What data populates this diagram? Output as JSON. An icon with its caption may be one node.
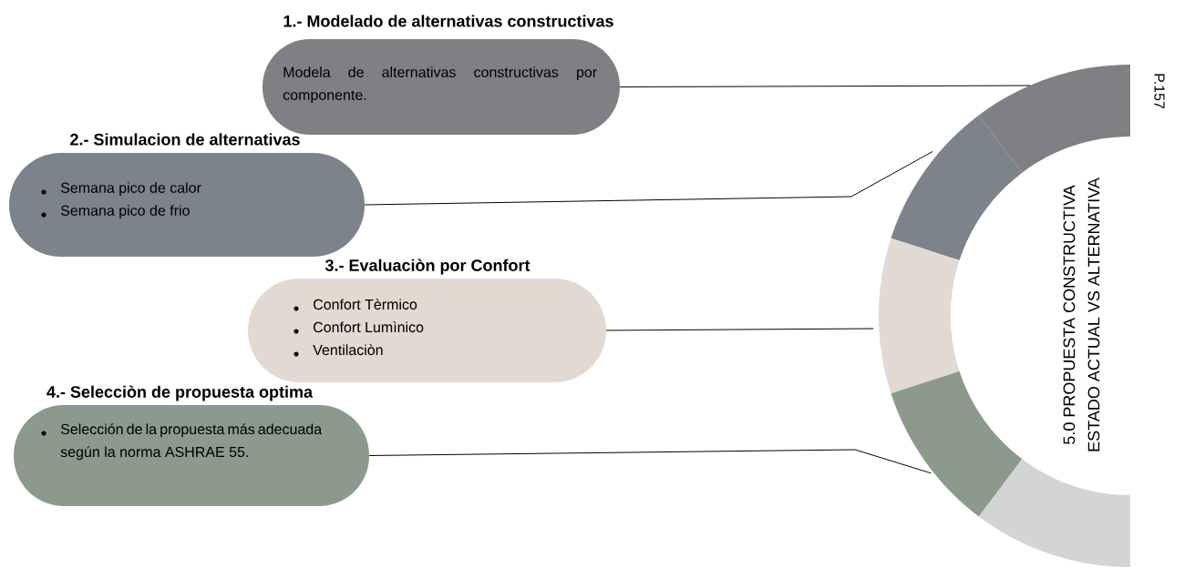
{
  "diagram": {
    "nodes": [
      {
        "text": [
          "1.- Modelado de alternativas constructivas",
          "Modela de alternativas constructivas por componente."
        ]
      },
      {
        "text": [
          "2.- Simulacion de alternativas",
          "Semana pico de calor",
          "Semana pico de frio"
        ]
      },
      {
        "text": [
          "3.- Evaluaciòn por Confort",
          "Confort Tèrmico",
          "Confort Lumìnico",
          "Ventilaciòn"
        ]
      },
      {
        "text": [
          "4.- Selecciòn de propuesta optima",
          "Selección de la propuesta más adecuada según la norma ASHRAE 55."
        ]
      },
      {
        "text": [],
        "shape": "arc"
      },
      {
        "text": [],
        "shape": "arc"
      },
      {
        "text": [],
        "shape": "arc"
      },
      {
        "text": [],
        "shape": "arc"
      },
      {
        "text": [],
        "shape": "arc"
      }
    ],
    "edges": [
      {
        "from": 0,
        "to": 4,
        "arrow": "none"
      },
      {
        "from": 1,
        "to": 5,
        "arrow": "none"
      },
      {
        "from": 2,
        "to": 6,
        "arrow": "none"
      },
      {
        "from": 3,
        "to": 7,
        "arrow": "none"
      }
    ],
    "labels": [
      "5.0 PROPUESTA CONSTRUCTIVA",
      "ESTADO ACTUAL VS ALTERNATIVA",
      "P.157"
    ]
  }
}
